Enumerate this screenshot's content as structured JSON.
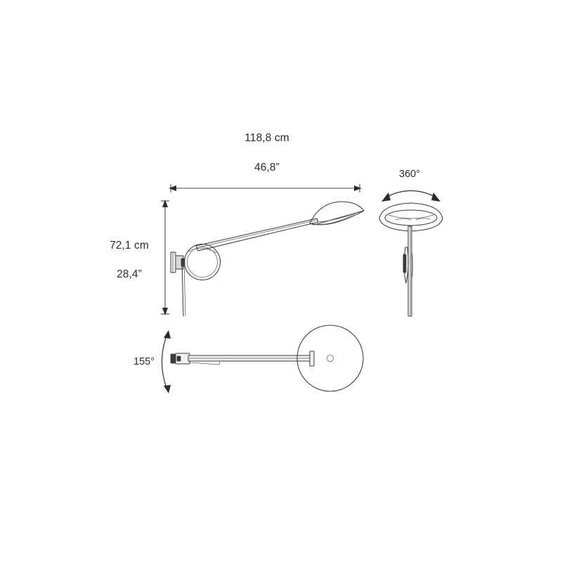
{
  "drawing": {
    "title": "Wall lamp dimension drawing",
    "background_color": "#ffffff",
    "line_color": "#3a3a3a",
    "text_color": "#2b2b2b"
  },
  "dimensions": {
    "width_metric": "118,8 cm",
    "width_imperial": "46,8”",
    "height_metric": "72,1 cm",
    "height_imperial": "28,4”"
  },
  "angles": {
    "shade_rotation": "360°",
    "arm_swing": "155°"
  },
  "views": {
    "side": "side-elevation-view",
    "front": "front-elevation-view",
    "top": "top-plan-view"
  }
}
